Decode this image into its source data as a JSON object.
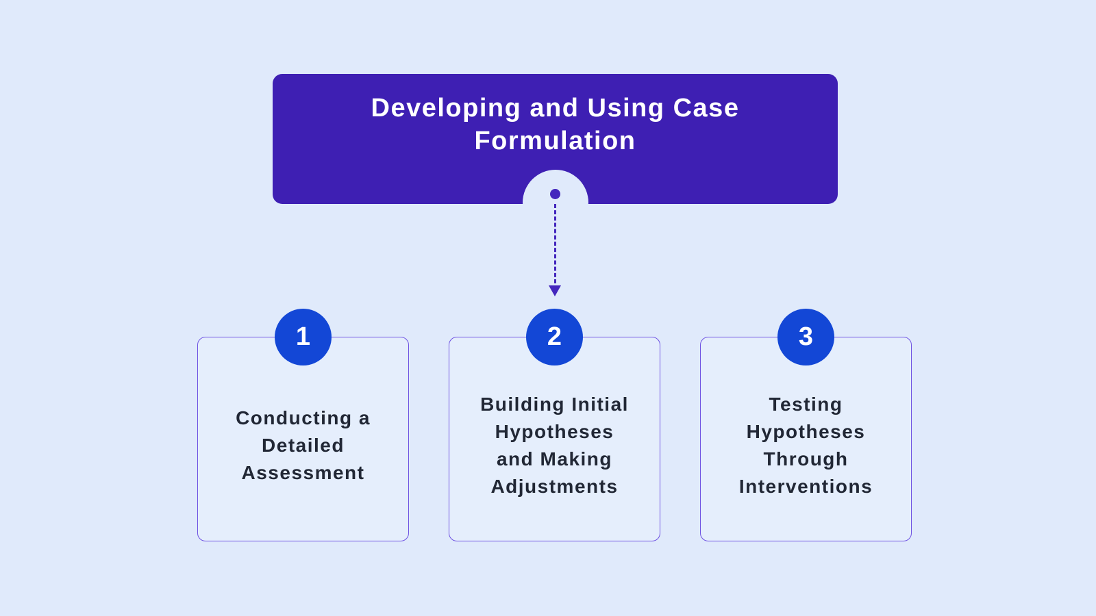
{
  "header": {
    "title": "Developing and Using Case\nFormulation"
  },
  "steps": [
    {
      "number": "1",
      "title": "Conducting a\nDetailed\nAssessment"
    },
    {
      "number": "2",
      "title": "Building Initial\nHypotheses\nand Making\nAdjustments"
    },
    {
      "number": "3",
      "title": "Testing\nHypotheses\nThrough\nInterventions"
    }
  ],
  "colors": {
    "page_background": "#e0eafb",
    "header_background": "#3e1fb3",
    "header_text": "#ffffff",
    "connector": "#4326bd",
    "step_circle": "#1347d6",
    "step_number_text": "#ffffff",
    "card_background": "#e5eefc",
    "card_border": "#6e52e2",
    "card_text": "#212735"
  }
}
